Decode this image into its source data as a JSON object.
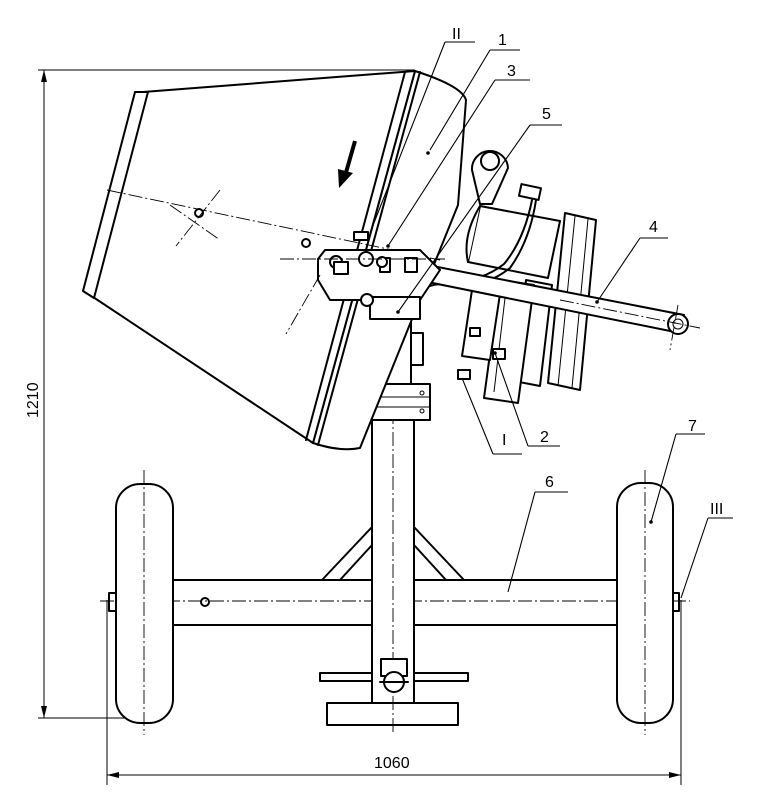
{
  "labels": {
    "l1": "1",
    "l2": "2",
    "l3": "3",
    "l4": "4",
    "l5": "5",
    "l6": "6",
    "l7": "7",
    "lI": "I",
    "lII": "II",
    "lIII": "III"
  },
  "dimensions": {
    "height": "1210",
    "width": "1060"
  }
}
